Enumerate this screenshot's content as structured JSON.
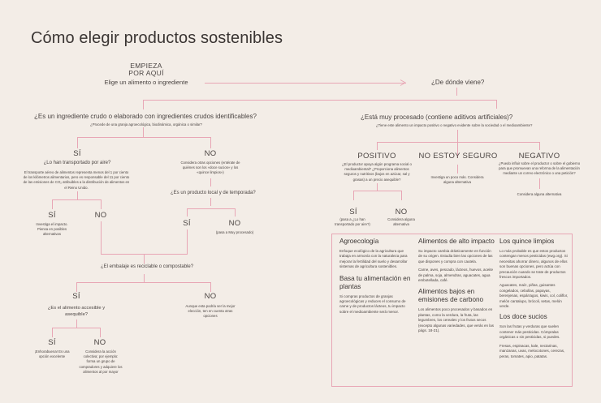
{
  "title": "Cómo elegir productos sostenibles",
  "start": {
    "label_line1": "EMPIEZA",
    "label_line2": "POR AQUÍ",
    "instruction": "Elige un alimento o ingrediente"
  },
  "origin_question": "¿De dónde viene?",
  "left_branch": {
    "question": "¿Es un ingrediente crudo o elaborado con ingredientes crudos identificables?",
    "subquestion": "¿Procede de una granja agroecológica, biodinámica, orgánica o similar?",
    "yes": {
      "label": "SÍ",
      "question": "¿Lo han transportado por aire?",
      "note": "El transporte aéreo de alimentos representa menos del 1 por ciento de los kilómetros alimentarios, pero es responsable del 11 por ciento de las emisiones de CO₂ atribuibles a la distribución de alimentos en el Reino Unido.",
      "yes": {
        "label": "SÍ",
        "note": "Investiga el impacto. Piensa en posibles alternativas"
      },
      "no": {
        "label": "NO"
      }
    },
    "no": {
      "label": "NO",
      "note": "Considera otras opciones (entérate de quiénes son los «doce sucios» y los «quince limpios»)",
      "question": "¿Es un producto local y de temporada?",
      "yes": {
        "label": "SÍ"
      },
      "no": {
        "label": "NO",
        "note": "(pasa a Muy procesado)"
      }
    },
    "packaging": {
      "question": "¿El embalaje es reciclable o compostable?",
      "yes": {
        "label": "SÍ",
        "question": "¿Es el alimento accesible y asequible?",
        "yes": {
          "label": "SÍ",
          "note": "¡Enhorabuena! Es una opción excelente"
        },
        "no": {
          "label": "NO",
          "note": "Considera la acción colectiva; por ejemplo: forma un grupo de compradores y adquiere los alimentos al por mayor"
        }
      },
      "no": {
        "label": "NO",
        "note": "Aunque esta podría ser la mejor elección, ten en cuenta otras opciones"
      }
    }
  },
  "right_branch": {
    "question": "¿Está muy procesado (contiene aditivos artificiales)?",
    "subquestion": "¿Tiene este alimento un impacto positivo o negativo evidente sobre la sociedad o el medioambiente?",
    "positive": {
      "label": "POSITIVO",
      "question": "¿El productor apoya algún programa social o medioambiental? ¿Proporciona alimentos seguros y nutritivos (bajos en azúcar, sal y grasas) a un precio asequible?",
      "yes": {
        "label": "SÍ",
        "note": "(pasa a ¿Lo han transportado por aire?)"
      },
      "no": {
        "label": "NO",
        "note": "Considera alguna alternativa"
      }
    },
    "unsure": {
      "label": "NO ESTOY SEGURO",
      "note": "Investiga un poco más. Considera alguna alternativa"
    },
    "negative": {
      "label": "NEGATIVO",
      "question": "¿Puedo influir sobre el productor o sobre el gobierno para que promuevan una reforma de la alimentación mediante un correo electrónico o una petición?",
      "note": "Considera alguna alternativa"
    }
  },
  "info_box": {
    "col1": [
      {
        "heading": "Agroecología",
        "paragraphs": [
          "Enfoque ecológico de la agricultura que trabaja en armonía con la naturaleza para mejorar la fertilidad del suelo y desarrollar sistemas de agricultura sostenibles."
        ]
      },
      {
        "heading": "Basa tu alimentación en plantas",
        "paragraphs": [
          "Si compras productos de granjas agroecológicas y reduces el consumo de carne y de productos lácteos, tu impacto sobre el medioambiente será menor."
        ]
      }
    ],
    "col2": [
      {
        "heading": "Alimentos de alto impacto",
        "paragraphs": [
          "Su impacto cambia drásticamente en función de su origen. Estudia bien las opciones de las que dispones y compra con cautela.",
          "Carne, aves, pescado, lácteos, huevos, aceite de palma, soja, almendras, aguacates, agua embotellada, café."
        ]
      },
      {
        "heading": "Alimentos bajos en emisiones de carbono",
        "paragraphs": [
          "Los alimentos poco procesados y basados en plantas, como la verdura, la fruta, las legumbres, los cereales y los frutos secos (excepto algunas variedades, que verás en las págs. 18-21)."
        ]
      }
    ],
    "col3": [
      {
        "heading": "Los quince limpios",
        "paragraphs": [
          "Lo más probable es que estos productos contengan menos pesticidas (ewg.org). Si necesitas ahorrar dinero, algunos de ellos son buenas opciones, pero actúa con precaución cuando se trate de productos frescos importados.",
          "Aguacates, maíz, piñas, guisantes congelados, cebollas, papayas, berenjenas, espárragos, kiwis, col, coliflor, melón cantalupo, brócoli, setas, melón verde."
        ]
      },
      {
        "heading": "Los doce sucios",
        "paragraphs": [
          "Son las frutas y verduras que suelen contener más pesticidas. Cómpralas orgánicas o sin pesticidas, si puedes.",
          "Fresas, espinacas, kale, nectarinas, manzanas, uvas, melocotones, cerezas, peras, tomates, apio, patatas."
        ]
      }
    ]
  },
  "colors": {
    "background": "#f3ede7",
    "line": "#e8a6b5",
    "text": "#3a3533"
  }
}
